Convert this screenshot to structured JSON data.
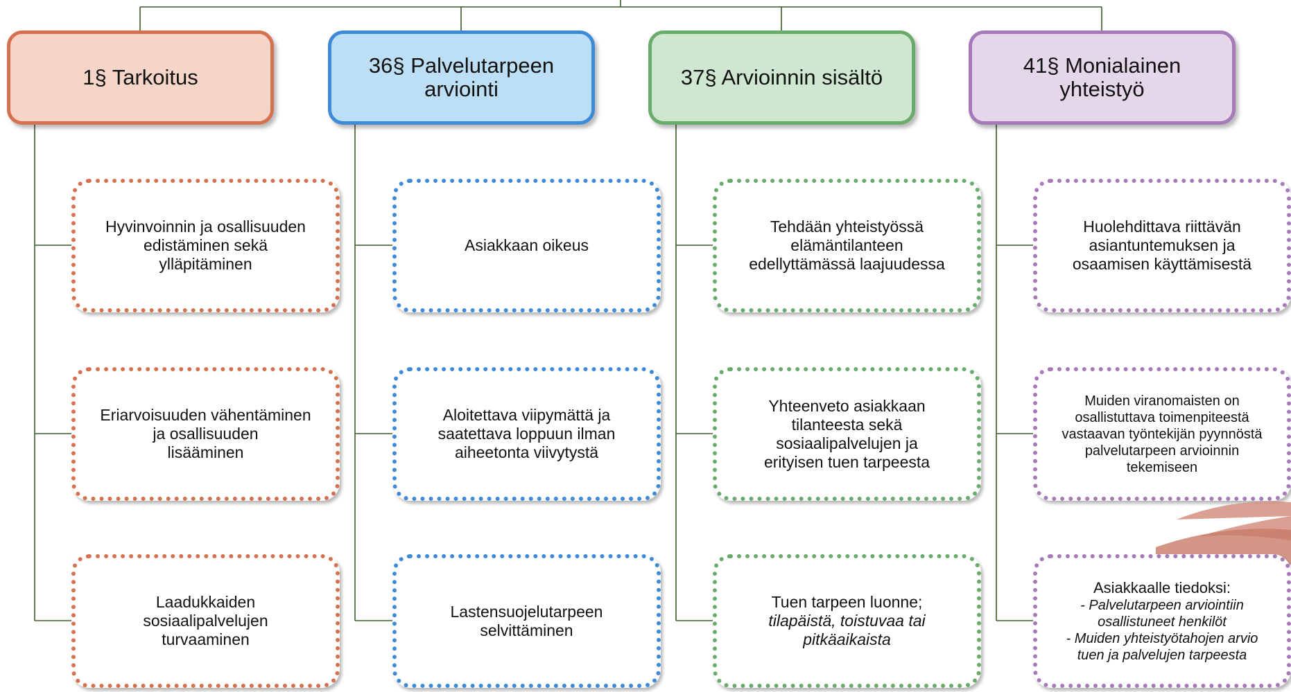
{
  "columns": [
    {
      "heading": "1§ Tarkoitus",
      "color": "#d5714f",
      "items": [
        {
          "lines": [
            "Hyvinvoinnin ja osallisuuden",
            "edistäminen sekä",
            "ylläpitäminen"
          ]
        },
        {
          "lines": [
            "Eriarvoisuuden vähentäminen",
            "ja osallisuuden",
            "lisääminen"
          ]
        },
        {
          "lines": [
            "Laadukkaiden",
            "sosiaalipalvelujen",
            "turvaaminen"
          ]
        }
      ]
    },
    {
      "heading": "36§ Palvelutarpeen arviointi",
      "color": "#3d8ad8",
      "items": [
        {
          "lines": [
            "Asiakkaan oikeus"
          ]
        },
        {
          "lines": [
            "Aloitettava viipymättä ja",
            "saatettava loppuun ilman",
            "aiheetonta viivytystä"
          ]
        },
        {
          "lines": [
            "Lastensuojelutarpeen",
            "selvittäminen"
          ]
        }
      ]
    },
    {
      "heading": "37§ Arvioinnin sisältö",
      "color": "#68ab6a",
      "items": [
        {
          "lines": [
            "Tehdään yhteistyössä",
            "elämäntilanteen",
            "edellyttämässä laajuudessa"
          ]
        },
        {
          "lines": [
            "Yhteenveto asiakkaan",
            "tilanteesta sekä",
            "sosiaalipalvelujen ja",
            "erityisen tuen tarpeesta"
          ]
        },
        {
          "lines": [
            "Tuen tarpeen luonne;"
          ],
          "italic_lines": [
            "tilapäistä, toistuvaa tai",
            "pitkäaikaista"
          ]
        }
      ]
    },
    {
      "heading": "41§ Monialainen yhteistyö",
      "color": "#a679b8",
      "items": [
        {
          "lines": [
            "Huolehdittava riittävän",
            "asiantuntemuksen ja",
            "osaamisen käyttämisestä"
          ]
        },
        {
          "lines": [
            "Muiden viranomaisten on",
            "osallistuttava toimenpiteestä",
            "vastaavan työntekijän pyynnöstä",
            "palvelutarpeen arvioinnin",
            "tekemiseen"
          ]
        },
        {
          "lines": [
            "Asiakkaalle tiedoksi:"
          ],
          "italic_lines": [
            "- Palvelutarpeen arviointiin",
            "osallistuneet henkilöt",
            "- Muiden yhteistyötahojen arvio",
            "tuen ja palvelujen tarpeesta"
          ]
        }
      ]
    }
  ]
}
